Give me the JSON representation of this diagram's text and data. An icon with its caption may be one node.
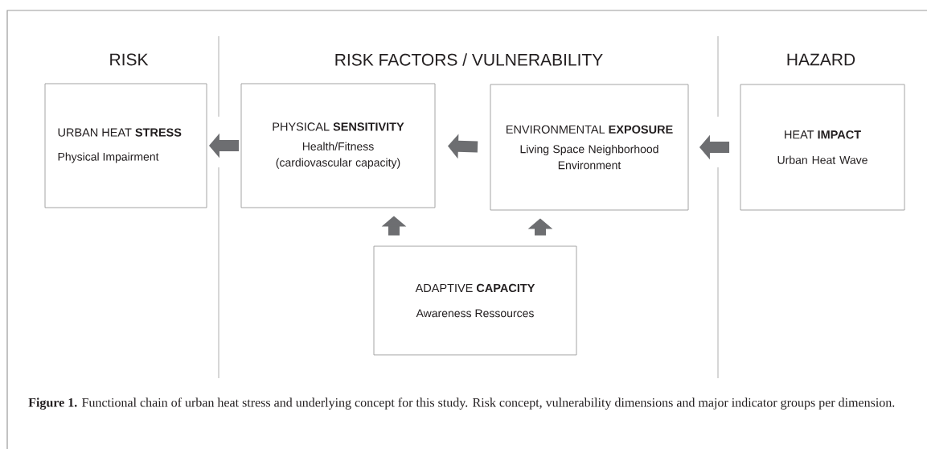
{
  "diagram": {
    "caption": "**Figure 1.** Functional chain of urban heat stress and underlying concept for this study. Risk concept, vulnerability dimensions and major indicator groups per dimension.",
    "nodes": [
      {
        "text": [
          "URBAN HEAT **STRESS**",
          "Physical Impairment"
        ]
      },
      {
        "text": [
          "PHYSICAL **SENSITIVITY**",
          "Health/Fitness (cardiovascular capacity)"
        ]
      },
      {
        "text": [
          "ENVIRONMENTAL **EXPOSURE**",
          "Living Space Neighborhood Environment"
        ]
      },
      {
        "text": [
          "HEAT **IMPACT**",
          "Urban Heat Wave"
        ]
      },
      {
        "text": [
          "ADAPTIVE **CAPACITY**",
          "Awareness Ressources"
        ]
      }
    ],
    "edges": [
      {
        "from": 1,
        "to": 0,
        "arrow": "to"
      },
      {
        "from": 2,
        "to": 1,
        "arrow": "to"
      },
      {
        "from": 3,
        "to": 2,
        "arrow": "to"
      },
      {
        "from": 4,
        "to": 1,
        "arrow": "to"
      },
      {
        "from": 4,
        "to": 2,
        "arrow": "to"
      }
    ],
    "labels": [
      "RISK",
      "RISK FACTORS / VULNERABILITY",
      "HAZARD"
    ]
  }
}
